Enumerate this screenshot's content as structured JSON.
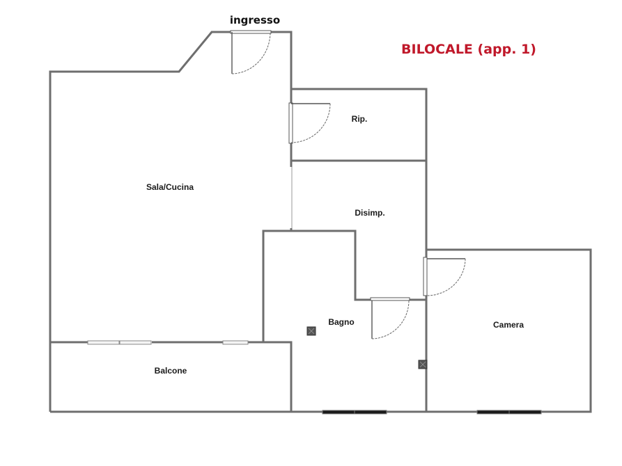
{
  "title": {
    "text": "BILOCALE (app. 1)",
    "color": "#c0182a"
  },
  "entrance": {
    "label": "ingresso"
  },
  "rooms": [
    {
      "id": "sala-cucina",
      "label": "Sala/Cucina"
    },
    {
      "id": "rip",
      "label": "Rip."
    },
    {
      "id": "disimp",
      "label": "Disimp."
    },
    {
      "id": "bagno",
      "label": "Bagno"
    },
    {
      "id": "camera",
      "label": "Camera"
    },
    {
      "id": "balcone",
      "label": "Balcone"
    }
  ],
  "colors": {
    "wall": "#6e6e6e",
    "background": "#ffffff",
    "label": "#1a1a1a"
  }
}
